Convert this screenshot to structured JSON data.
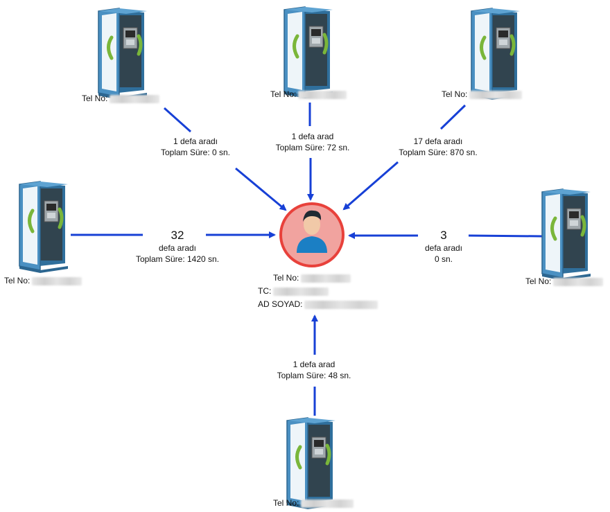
{
  "center": {
    "tel_label": "Tel No:",
    "tc_label": "TC:",
    "name_label": "AD SOYAD:",
    "colors": {
      "ring": "#e8413b",
      "fill": "#f1a39f",
      "shirt": "#1b7fc4",
      "hair": "#1f2a33",
      "skin": "#f1c9a8"
    }
  },
  "phones": [
    {
      "id": "top-left",
      "tel_label": "Tel No:"
    },
    {
      "id": "top-center",
      "tel_label": "Tel No:"
    },
    {
      "id": "top-right",
      "tel_label": "Tel No:"
    },
    {
      "id": "left",
      "tel_label": "Tel No:"
    },
    {
      "id": "right",
      "tel_label": "Tel No:"
    },
    {
      "id": "bottom",
      "tel_label": "Tel No:"
    }
  ],
  "edges": [
    {
      "from": "top-left",
      "line1": "1 defa aradı",
      "line2": "Toplam Süre: 0 sn."
    },
    {
      "from": "top-center",
      "line1": "1 defa arad",
      "line2": "Toplam Süre: 72 sn."
    },
    {
      "from": "top-right",
      "line1": "17 defa aradı",
      "line2": "Toplam Süre: 870 sn."
    },
    {
      "from": "left",
      "count": "32",
      "line1": "defa aradı",
      "line2": "Toplam Süre: 1420 sn."
    },
    {
      "from": "right",
      "count": "3",
      "line1": "defa aradı",
      "line2": "0 sn."
    },
    {
      "from": "bottom",
      "line1": "1 defa arad",
      "line2": "Toplam Süre: 48 sn."
    }
  ],
  "colors": {
    "arrow": "#1740d6",
    "booth_frame": "#3d82b4",
    "booth_glass": "#eaf3f8",
    "handset": "#7ab63a"
  }
}
